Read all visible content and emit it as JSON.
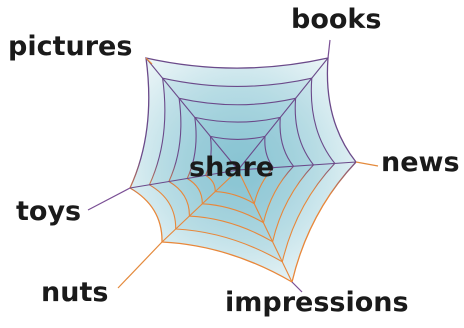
{
  "diagram": {
    "center_label": "share",
    "spokes": [
      {
        "label": "books"
      },
      {
        "label": "news"
      },
      {
        "label": "impressions"
      },
      {
        "label": "nuts"
      },
      {
        "label": "toys"
      },
      {
        "label": "pictures"
      }
    ],
    "colors": {
      "web_purple": "#6b4a8a",
      "web_orange": "#e8873a",
      "fill_light": "#e6f2f4",
      "fill_dark": "#a9d3de",
      "leader_purple": "#7a4f95",
      "leader_orange": "#e48a3c"
    }
  }
}
